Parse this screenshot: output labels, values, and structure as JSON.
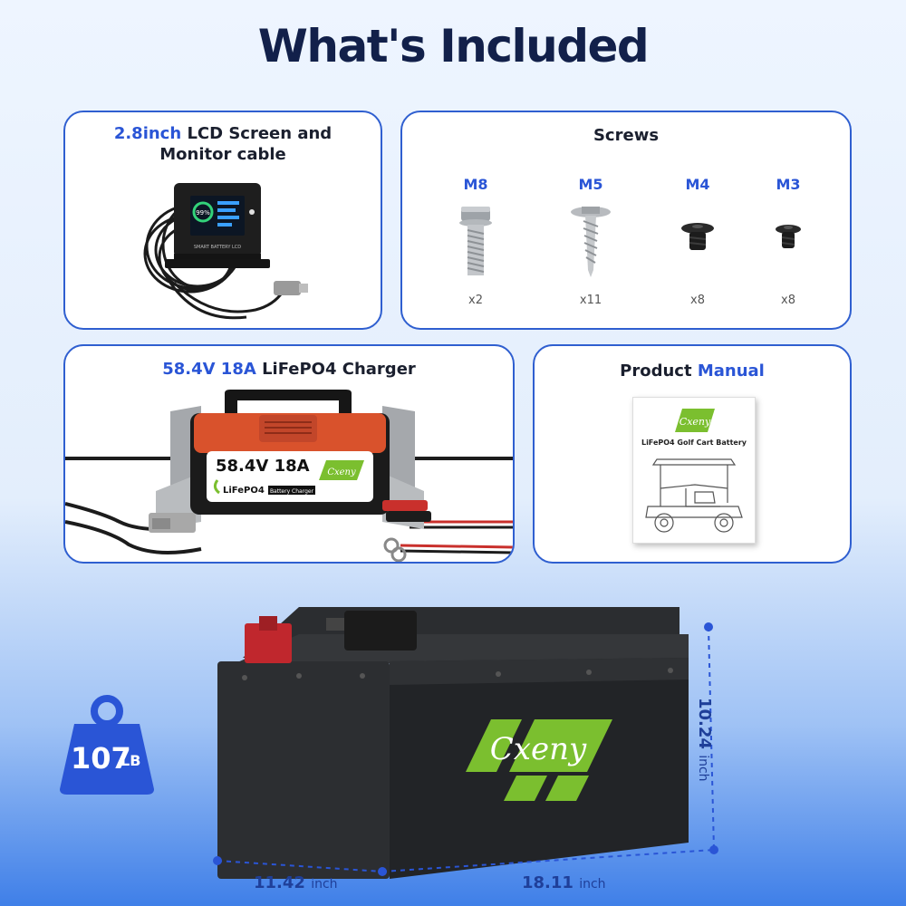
{
  "page": {
    "title": "What's Included"
  },
  "lcd_card": {
    "title_highlight": "2.8inch",
    "title_rest": " LCD Screen and",
    "title_line2": "Monitor cable",
    "lcd_percent": "99%",
    "lcd_brand": "SMART BATTERY LCD"
  },
  "screws_card": {
    "title": "Screws",
    "items": [
      {
        "size": "M8",
        "qty": "x2"
      },
      {
        "size": "M5",
        "qty": "x11"
      },
      {
        "size": "M4",
        "qty": "x8"
      },
      {
        "size": "M3",
        "qty": "x8"
      }
    ]
  },
  "charger_card": {
    "title_highlight": "58.4V 18A",
    "title_rest": " LiFePO4 Charger",
    "label_voltage": "58.4V 18A",
    "label_chem": "LiFePO4",
    "label_small": "Battery Charger",
    "label_brand": "Cxeny"
  },
  "manual_card": {
    "title_rest": "Product ",
    "title_highlight": "Manual",
    "brand": "Cxeny",
    "subtitle": "LiFePO4 Golf Cart Battery"
  },
  "battery": {
    "brand": "Cxeny",
    "weight_value": "107",
    "weight_unit": "LB",
    "height_value": "10.24",
    "height_unit": "inch",
    "depth_value": "11.42",
    "depth_unit": "inch",
    "width_value": "18.11",
    "width_unit": "inch"
  },
  "colors": {
    "accent_blue": "#2a55d6",
    "title_navy": "#12204a",
    "brand_green": "#7bbf2f",
    "charger_orange": "#e4572e"
  }
}
